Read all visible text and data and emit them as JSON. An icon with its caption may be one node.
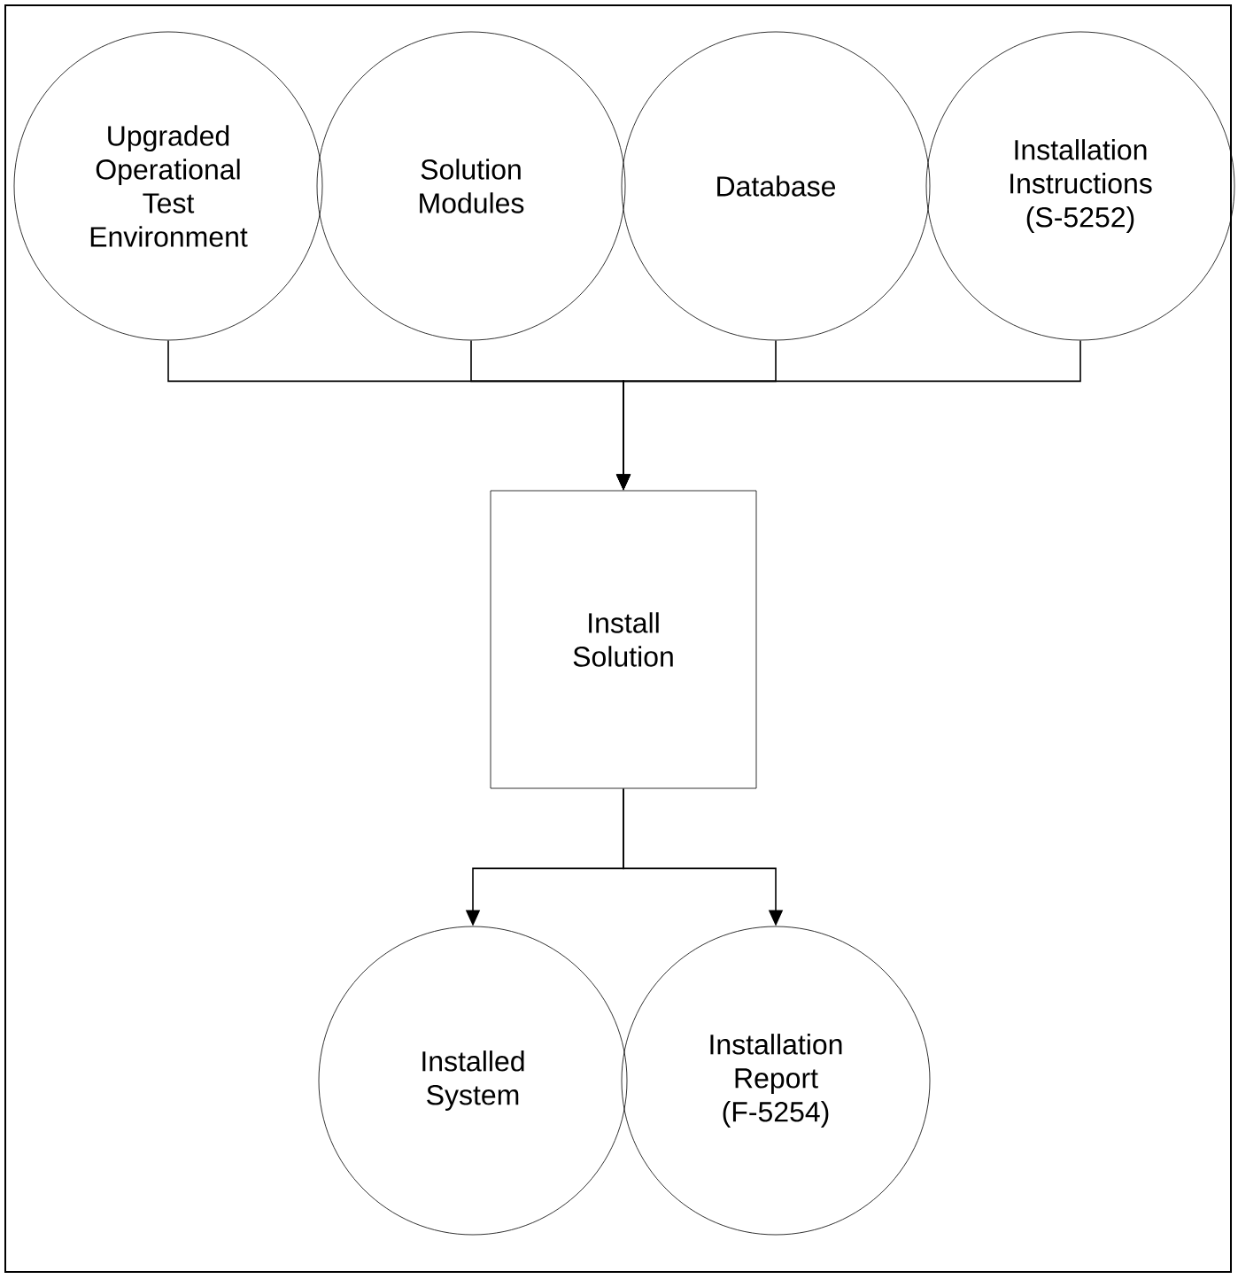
{
  "diagram": {
    "nodes": [
      {
        "text": [
          "Upgraded Operational Test Environment"
        ]
      },
      {
        "text": [
          "Solution Modules"
        ]
      },
      {
        "text": [
          "Database"
        ]
      },
      {
        "text": [
          "Installation Instructions (S-5252)"
        ]
      },
      {
        "text": [
          "Install Solution"
        ]
      },
      {
        "text": [
          "Installed System"
        ]
      },
      {
        "text": [
          "Installation Report (F-5254)"
        ]
      }
    ],
    "edges": [
      {
        "from": 0,
        "to": 4,
        "arrow": "to"
      },
      {
        "from": 1,
        "to": 4,
        "arrow": "to"
      },
      {
        "from": 2,
        "to": 4,
        "arrow": "to"
      },
      {
        "from": 3,
        "to": 4,
        "arrow": "to"
      },
      {
        "from": 4,
        "to": 5,
        "arrow": "to"
      },
      {
        "from": 4,
        "to": 6,
        "arrow": "to"
      }
    ]
  }
}
